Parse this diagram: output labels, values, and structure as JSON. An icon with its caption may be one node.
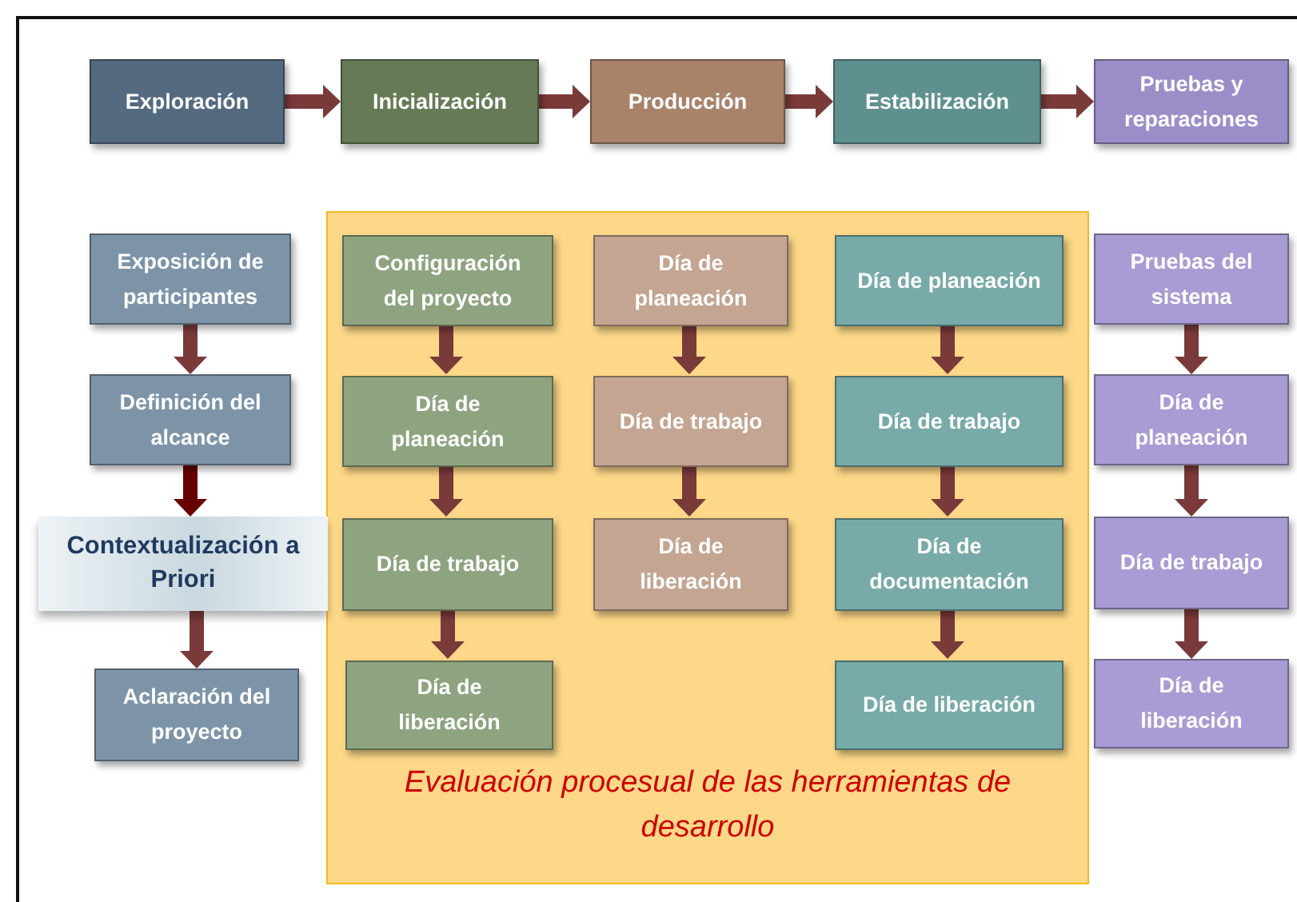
{
  "diagram": {
    "nodes": [
      {
        "text": [
          "Exploración"
        ]
      },
      {
        "text": [
          "Inicialización"
        ]
      },
      {
        "text": [
          "Producción"
        ]
      },
      {
        "text": [
          "Estabilización"
        ]
      },
      {
        "text": [
          "Pruebas y reparaciones"
        ]
      },
      {
        "text": [
          "Exposición de participantes"
        ]
      },
      {
        "text": [
          "Definición del alcance"
        ]
      },
      {
        "text": [
          "Contextualización a Priori"
        ]
      },
      {
        "text": [
          "Aclaración del proyecto"
        ]
      },
      {
        "text": [
          "Evaluación procesual de las herramientas de desarrollo"
        ]
      },
      {
        "text": [
          "Configuración del proyecto"
        ],
        "in": 9
      },
      {
        "text": [
          "Día de planeación"
        ],
        "in": 9
      },
      {
        "text": [
          "Día de trabajo"
        ],
        "in": 9
      },
      {
        "text": [
          "Día de liberación"
        ],
        "in": 9
      },
      {
        "text": [
          "Día de planeación"
        ],
        "in": 9
      },
      {
        "text": [
          "Día de trabajo"
        ],
        "in": 9
      },
      {
        "text": [
          "Día de liberación"
        ],
        "in": 9
      },
      {
        "text": [
          "Día de planeación"
        ],
        "in": 9
      },
      {
        "text": [
          "Día de trabajo"
        ],
        "in": 9
      },
      {
        "text": [
          "Día de documentación"
        ],
        "in": 9
      },
      {
        "text": [
          "Día de liberación"
        ],
        "in": 9
      },
      {
        "text": [
          "Pruebas del sistema"
        ]
      },
      {
        "text": [
          "Día de planeación"
        ]
      },
      {
        "text": [
          "Día de trabajo"
        ]
      },
      {
        "text": [
          "Día de liberación"
        ]
      }
    ],
    "edges": [
      {
        "from": 0,
        "to": 1,
        "arrow": "to"
      },
      {
        "from": 1,
        "to": 2,
        "arrow": "to"
      },
      {
        "from": 2,
        "to": 3,
        "arrow": "to"
      },
      {
        "from": 3,
        "to": 4,
        "arrow": "to"
      },
      {
        "from": 5,
        "to": 6,
        "arrow": "to"
      },
      {
        "from": 6,
        "to": 7,
        "arrow": "to",
        "color": "#660000"
      },
      {
        "from": 7,
        "to": 8,
        "arrow": "to"
      },
      {
        "from": 10,
        "to": 11,
        "arrow": "to"
      },
      {
        "from": 11,
        "to": 12,
        "arrow": "to"
      },
      {
        "from": 12,
        "to": 13,
        "arrow": "to"
      },
      {
        "from": 14,
        "to": 15,
        "arrow": "to"
      },
      {
        "from": 15,
        "to": 16,
        "arrow": "to"
      },
      {
        "from": 17,
        "to": 18,
        "arrow": "to"
      },
      {
        "from": 18,
        "to": 19,
        "arrow": "to"
      },
      {
        "from": 19,
        "to": 20,
        "arrow": "to"
      },
      {
        "from": 21,
        "to": 22,
        "arrow": "to"
      },
      {
        "from": 22,
        "to": 23,
        "arrow": "to"
      },
      {
        "from": 23,
        "to": 24,
        "arrow": "to"
      }
    ]
  }
}
